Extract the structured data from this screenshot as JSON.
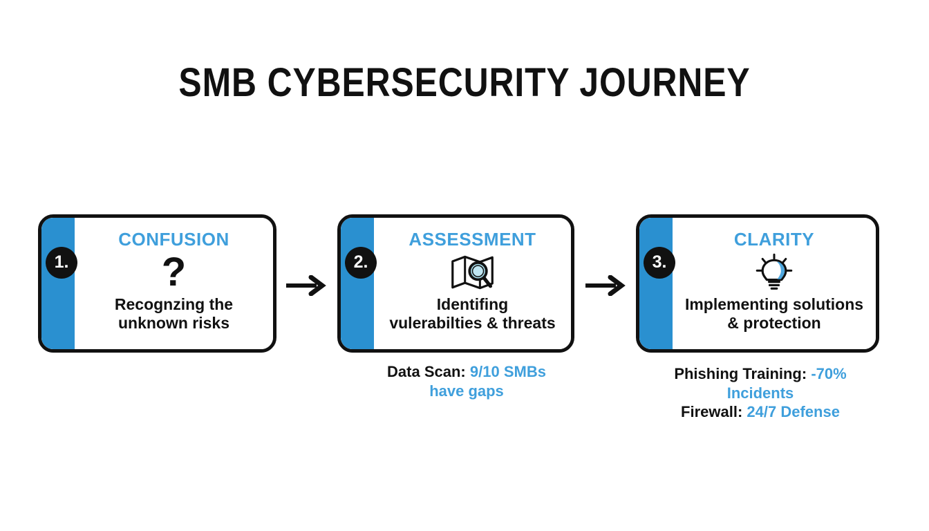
{
  "title": "SMB CYBERSECURITY JOURNEY",
  "colors": {
    "stripe_blue": "#2a90d0",
    "heading_blue": "#3f9fdc",
    "accent_lens": "#a8dcea",
    "ink": "#111111",
    "background": "#ffffff"
  },
  "steps": [
    {
      "number": "1.",
      "heading": "CONFUSION",
      "icon": "question-mark-icon",
      "icon_glyph": "?",
      "description_line1": "Recognzing the",
      "description_line2": "unknown risks",
      "caption": null
    },
    {
      "number": "2.",
      "heading": "ASSESSMENT",
      "icon": "map-magnifier-icon",
      "icon_glyph": "",
      "description_line1": "Identifing",
      "description_line2": "vulerabilties & threats",
      "caption": {
        "lines": [
          {
            "label": "Data Scan:",
            "value": "9/10 SMBs"
          },
          {
            "label": "",
            "value": "have gaps"
          }
        ]
      }
    },
    {
      "number": "3.",
      "heading": "CLARITY",
      "icon": "lightbulb-icon",
      "icon_glyph": "",
      "description_line1": "Implementing solutions",
      "description_line2": "& protection",
      "caption": {
        "lines": [
          {
            "label": "Phishing Training:",
            "value": "-70% Incidents"
          },
          {
            "label": "Firewall:",
            "value": "24/7 Defense"
          }
        ]
      }
    }
  ],
  "arrows": [
    {
      "name": "arrow-step1-to-step2",
      "glyph": "→"
    },
    {
      "name": "arrow-step2-to-step3",
      "glyph": "→"
    }
  ]
}
